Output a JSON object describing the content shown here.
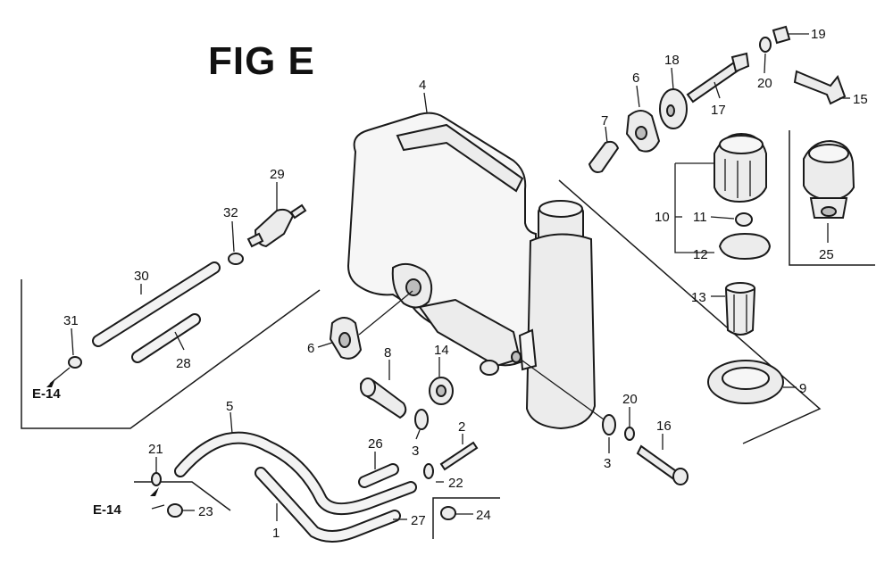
{
  "figure": {
    "title": "FIG E"
  },
  "callouts": {
    "c1": "1",
    "c2": "2",
    "c3a": "3",
    "c3b": "3",
    "c4": "4",
    "c5": "5",
    "c6a": "6",
    "c6b": "6",
    "c7": "7",
    "c8": "8",
    "c9": "9",
    "c10": "10",
    "c11": "11",
    "c12": "12",
    "c13": "13",
    "c14": "14",
    "c15": "15",
    "c16": "16",
    "c17": "17",
    "c18": "18",
    "c19": "19",
    "c20a": "20",
    "c20b": "20",
    "c21": "21",
    "c22": "22",
    "c23": "23",
    "c24": "24",
    "c25": "25",
    "c26": "26",
    "c27": "27",
    "c28": "28",
    "c29": "29",
    "c30": "30",
    "c31": "31",
    "c32": "32"
  },
  "references": {
    "ref_a": "E-14",
    "ref_b": "E-14"
  }
}
